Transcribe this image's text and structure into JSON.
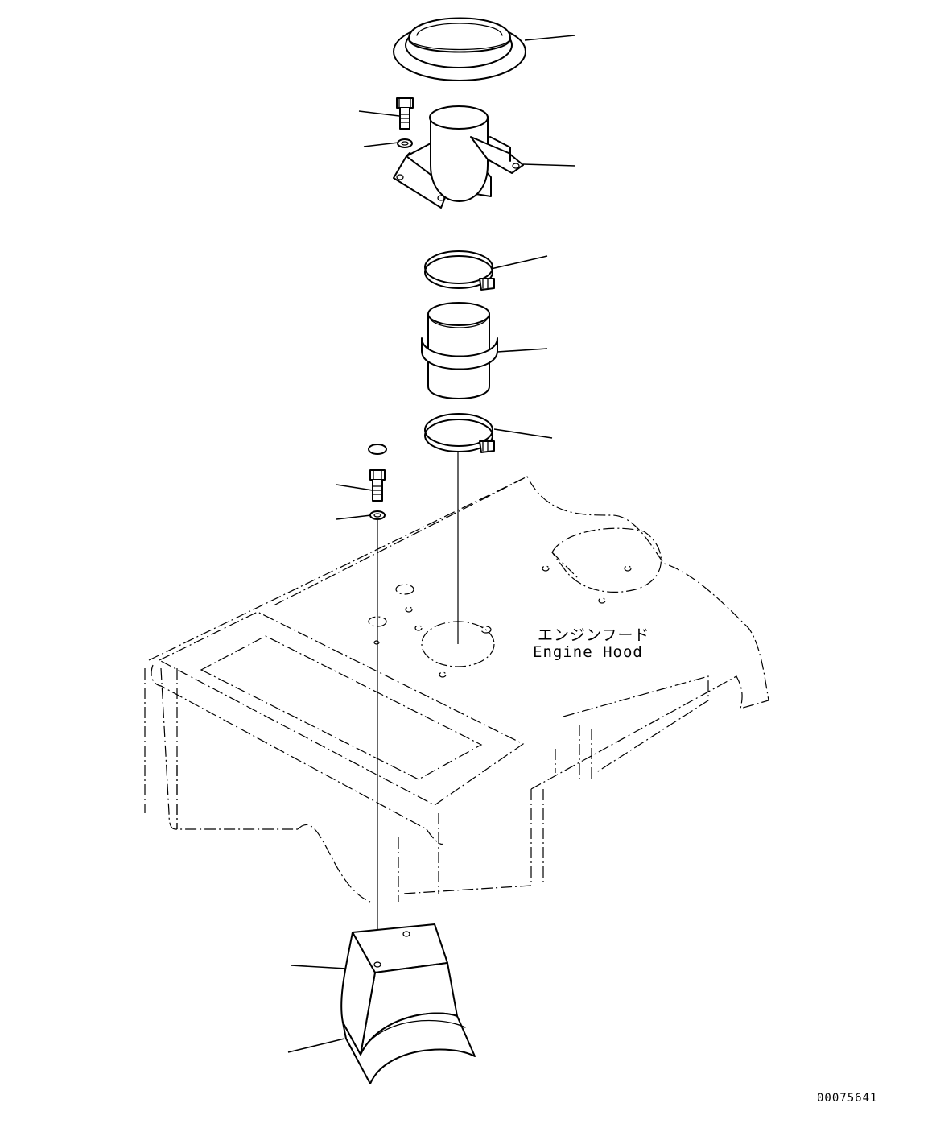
{
  "labels": {
    "engine_hood_jp": "エンジンフード",
    "engine_hood_en": "Engine Hood"
  },
  "drawing_number": "00075641"
}
